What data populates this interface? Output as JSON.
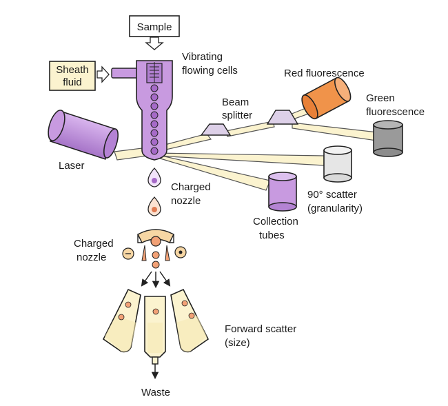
{
  "labels": {
    "sample": "Sample",
    "sheath_fluid": [
      "Sheath",
      "fluid"
    ],
    "vibrating_flowing_cells": [
      "Vibrating",
      "flowing cells"
    ],
    "red_fluorescence": "Red fluorescence",
    "beam_splitter": [
      "Beam",
      "splitter"
    ],
    "green_fluorescence": [
      "Green",
      "fluorescence"
    ],
    "laser": "Laser",
    "charged_nozzle_upper": [
      "Charged",
      "nozzle"
    ],
    "scatter_90": [
      "90° scatter",
      "(granularity)"
    ],
    "collection_tubes": [
      "Collection",
      "tubes"
    ],
    "charged_nozzle_lower": [
      "Charged",
      "nozzle"
    ],
    "forward_scatter": [
      "Forward scatter",
      "(size)"
    ],
    "waste": "Waste"
  },
  "colors": {
    "purple": "#c89ae0",
    "purple_dark": "#8d5fb0",
    "orange": "#f0934a",
    "gray_dark": "#9a9a9a",
    "gray_light": "#e6e6e6",
    "cream": "#fbf3cf",
    "droplet_orange": "#f2a176",
    "outline": "#222222"
  }
}
